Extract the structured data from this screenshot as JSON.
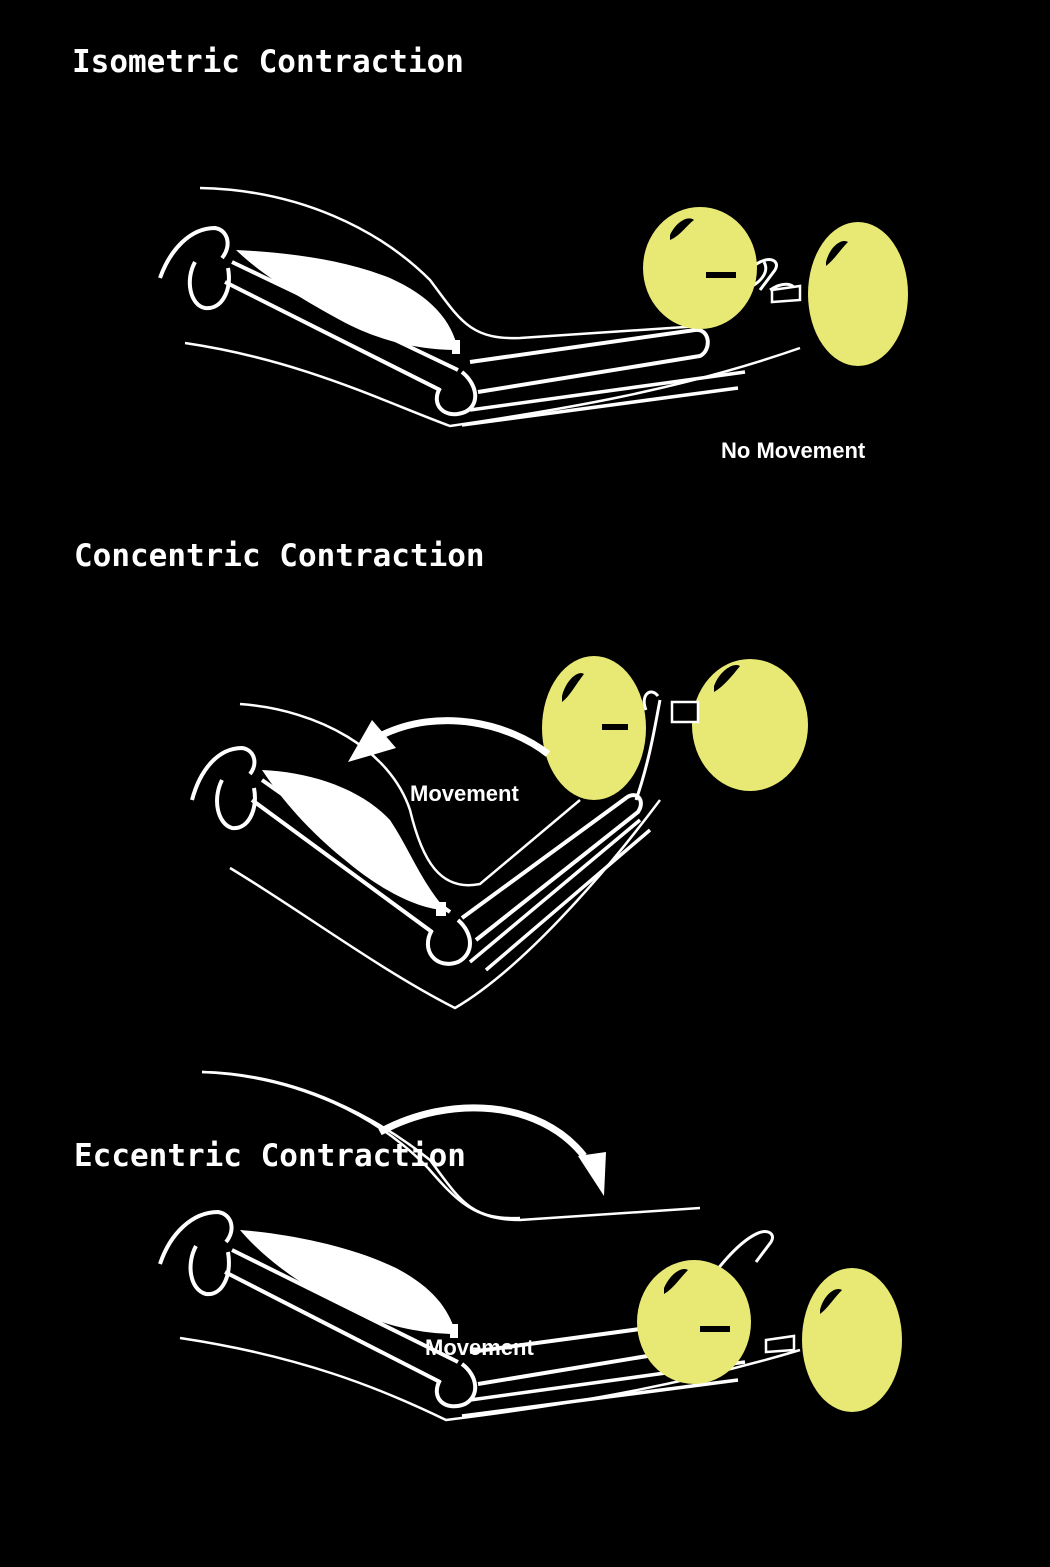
{
  "panels": [
    {
      "title": "Isometric Contraction",
      "label": "No Movement"
    },
    {
      "title": "Concentric Contraction",
      "label": "Movement"
    },
    {
      "title": "Eccentric Contraction",
      "label": "Movement"
    }
  ],
  "colors": {
    "background": "#000000",
    "line": "#ffffff",
    "muscle": "#ffffff",
    "weight": "#e8e874"
  }
}
